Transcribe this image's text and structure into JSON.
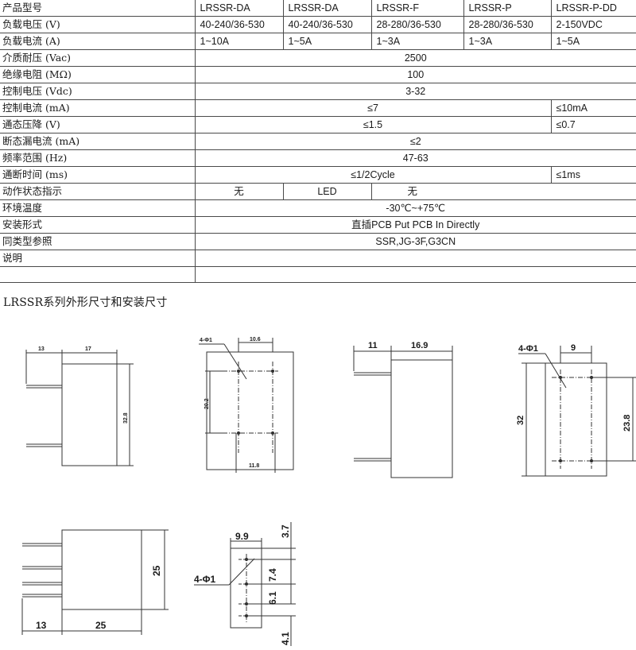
{
  "table": {
    "header": [
      "产品型号",
      "LRSSR-DA",
      "LRSSR-DA",
      "LRSSR-F",
      "LRSSR-P",
      "LRSSR-P-DD"
    ],
    "load_voltage": {
      "label": "负载电压 (V)",
      "values": [
        "40-240/36-530",
        "40-240/36-530",
        "28-280/36-530",
        "28-280/36-530",
        "2-150VDC"
      ]
    },
    "load_current": {
      "label": "负载电流 (A)",
      "values": [
        "1~10A",
        "1~5A",
        "1~3A",
        "1~3A",
        "1~5A"
      ]
    },
    "dielectric": {
      "label": "介质耐压 (Vac)",
      "value": "2500"
    },
    "insulation": {
      "label": "绝缘电阻 (MΩ)",
      "value": "100"
    },
    "control_voltage": {
      "label": "控制电压 (Vdc)",
      "value": "3-32"
    },
    "control_current": {
      "label": "控制电流 (mA)",
      "value": "≤7",
      "value_dd": "≤10mA"
    },
    "on_drop": {
      "label": "通态压降 (V)",
      "value": "≤1.5",
      "value_dd": "≤0.7"
    },
    "off_leak": {
      "label": "断态漏电流 (mA)",
      "value": "≤2"
    },
    "frequency": {
      "label": "频率范围 (Hz)",
      "value": "47-63"
    },
    "switch_time": {
      "label": "通断时间 (ms)",
      "value": "≤1/2Cycle",
      "value_dd": "≤1ms"
    },
    "indicator": {
      "label": "动作状态指示",
      "none1": "无",
      "led": "LED",
      "none2": "无"
    },
    "ambient": {
      "label": "环境温度",
      "value": "-30℃~+75℃"
    },
    "mounting": {
      "label": "安装形式",
      "value": "直插PCB Put PCB In Directly"
    },
    "equivalent": {
      "label": "同类型参照",
      "value": "SSR,JG-3F,G3CN"
    },
    "remark": {
      "label": "说明"
    }
  },
  "section_title": "LRSSR系列外形尺寸和安装尺寸",
  "drawings": {
    "d1": {
      "w1": "13",
      "w2": "17",
      "h": "32.8"
    },
    "d2": {
      "holes": "4-Φ1",
      "w_top": "10.6",
      "h": "20.2",
      "w_bottom": "11.8"
    },
    "d3": {
      "w1": "11",
      "w2": "16.9"
    },
    "d4": {
      "holes": "4-Φ1",
      "w": "9",
      "h_left": "32",
      "h_right": "23.8"
    },
    "d5": {
      "h": "25",
      "w1": "13",
      "w2": "25"
    },
    "d6": {
      "w": "9.9",
      "top": "3.7",
      "holes": "4-Φ1",
      "p1": "7.4",
      "p2": "6.1",
      "bottom": "4.1"
    }
  }
}
